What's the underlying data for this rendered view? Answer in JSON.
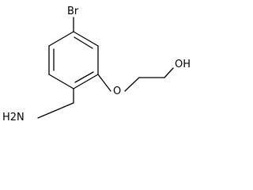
{
  "molecule": {
    "atoms": {
      "bromine": "Br",
      "amine": "H2N",
      "ether_oxygen": "O",
      "hydroxyl": "OH"
    },
    "colors": {
      "bond": "#000000",
      "label": "#000000",
      "background": "#ffffff"
    }
  }
}
